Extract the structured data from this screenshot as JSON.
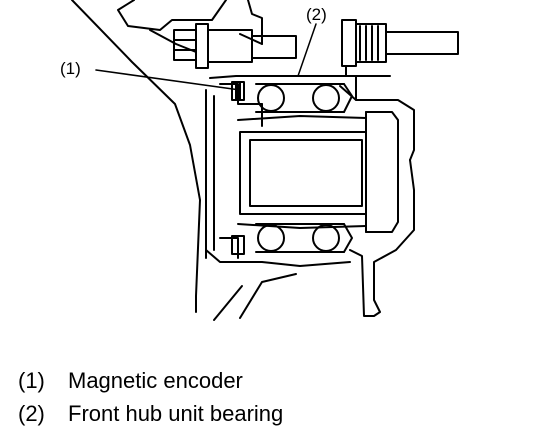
{
  "figure": {
    "callouts": [
      {
        "id": "1",
        "label": "(1)"
      },
      {
        "id": "2",
        "label": "(2)"
      }
    ]
  },
  "legend": [
    {
      "num": "(1)",
      "text": "Magnetic encoder"
    },
    {
      "num": "(2)",
      "text": "Front hub unit bearing"
    }
  ]
}
